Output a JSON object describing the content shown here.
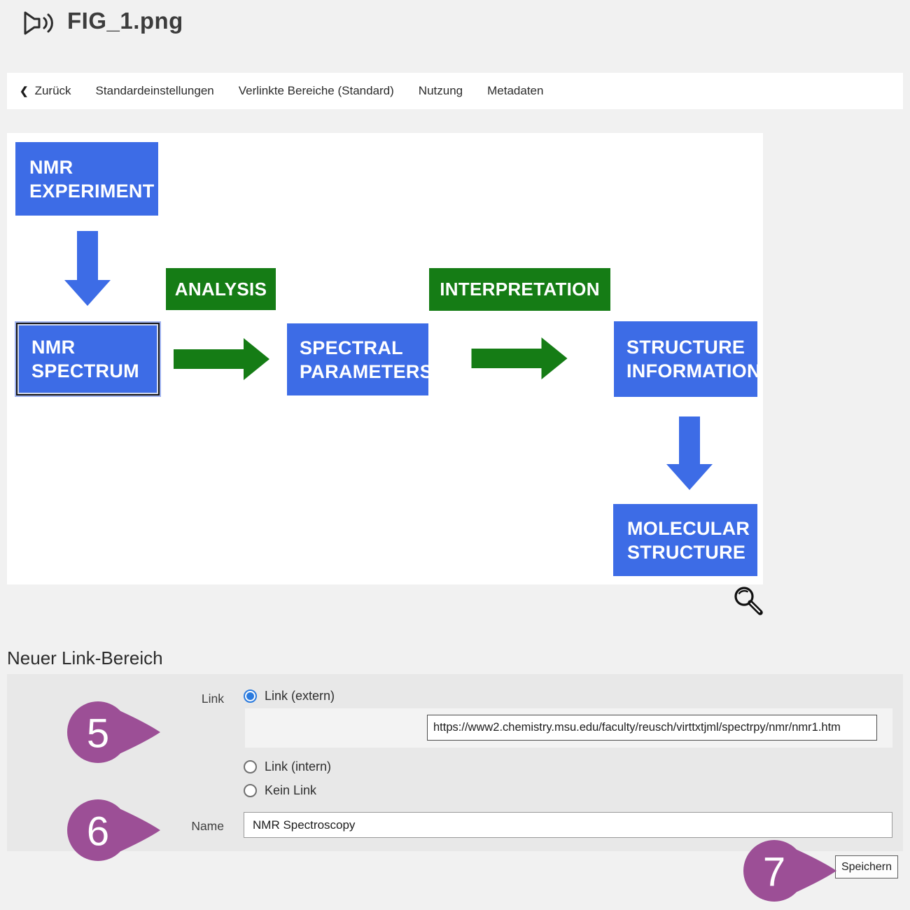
{
  "header": {
    "title": "FIG_1.png"
  },
  "nav": {
    "back": "Zurück",
    "items": [
      "Standardeinstellungen",
      "Verlinkte Bereiche (Standard)",
      "Nutzung",
      "Metadaten"
    ]
  },
  "figure": {
    "nodes": {
      "nmr_experiment": {
        "line1": "NMR",
        "line2": "EXPERIMENT"
      },
      "nmr_spectrum": {
        "line1": "NMR",
        "line2": "SPECTRUM"
      },
      "spectral_parameters": {
        "line1": "SPECTRAL",
        "line2": "PARAMETERS"
      },
      "structure_information": {
        "line1": "STRUCTURE",
        "line2": "INFORMATION"
      },
      "molecular_structure": {
        "line1": "MOLECULAR",
        "line2": "STRUCTURE"
      }
    },
    "labels": {
      "analysis": "ANALYSIS",
      "interpretation": "INTERPRETATION"
    },
    "colors": {
      "node_blue": "#3d6ce6",
      "label_green": "#157c15"
    },
    "selected_node": "nmr_spectrum"
  },
  "form": {
    "section_title": "Neuer Link-Bereich",
    "link_label": "Link",
    "options": {
      "extern": "Link (extern)",
      "intern": "Link (intern)",
      "none": "Kein Link"
    },
    "selected_option": "extern",
    "url_value": "https://www2.chemistry.msu.edu/faculty/reusch/virttxtjml/spectrpy/nmr/nmr1.htm",
    "name_label": "Name",
    "name_value": "NMR Spectroscopy",
    "save_label": "Speichern"
  },
  "annotations": {
    "step5": "5",
    "step6": "6",
    "step7": "7",
    "marker_color": "#9c4f96"
  }
}
